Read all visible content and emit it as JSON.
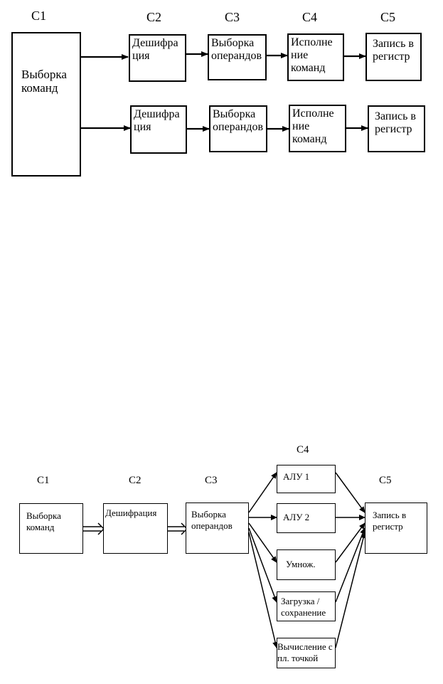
{
  "diagram1": {
    "stage_labels": [
      "С1",
      "С2",
      "С3",
      "С4",
      "С5"
    ],
    "fetch": "Выборка команд",
    "row1": [
      "Дешифра ция",
      "Выборка операндов",
      "Исполне ние команд",
      "Запись в регистр"
    ],
    "row2": [
      "Дешифра ция",
      "Выборка операндов",
      "Исполне ние команд",
      "Запись в регистр"
    ]
  },
  "diagram2": {
    "stage_labels": [
      "С1",
      "С2",
      "С3",
      "С4",
      "С5"
    ],
    "fetch": "Выборка команд",
    "decode": "Дешифрация",
    "operands": "Выборка операндов",
    "units": [
      "АЛУ 1",
      "АЛУ 2",
      "Умнож.",
      "Загрузка / сохранение",
      "Вычисление с пл. точкой"
    ],
    "writeback": "Запись в регистр"
  }
}
